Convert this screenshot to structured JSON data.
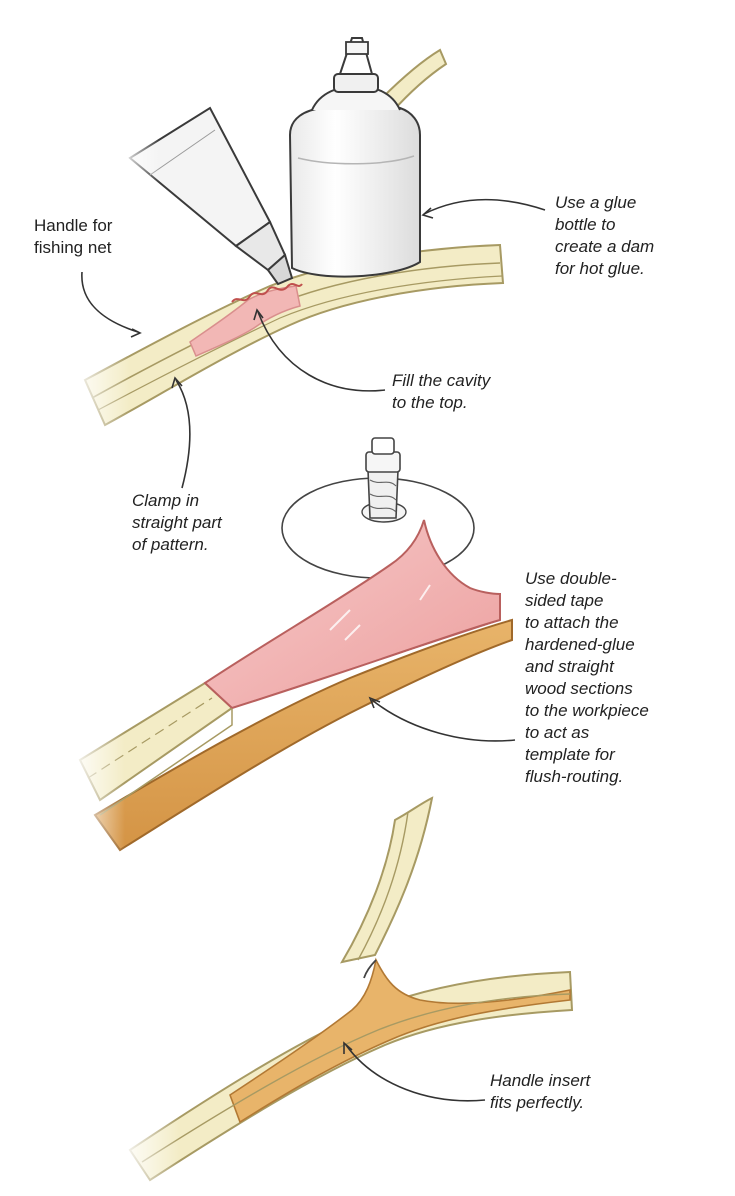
{
  "colors": {
    "wood_light": "#f3ecc6",
    "wood_line": "#a79a63",
    "wood_dark": "#d9a05a",
    "glue_pink": "#f2b7b5",
    "glue_pink_dark": "#e59c9a",
    "ink": "#3a3a3a",
    "bottle": "#fafafa"
  },
  "icons": [
    "glue-bottle-icon",
    "hot-glue-gun-icon",
    "router-bit-icon"
  ],
  "labels": {
    "handle_for_net": "Handle for\nfishing net",
    "glue_bottle_dam": "Use a glue\nbottle to\ncreate a dam\nfor hot glue.",
    "fill_cavity": "Fill the cavity\nto the top.",
    "clamp_straight": "Clamp in\nstraight part\nof pattern.",
    "double_sided_tape": "Use double-\nsided tape\nto attach the\nhardened-glue\nand straight\nwood sections\nto the workpiece\nto act as\ntemplate for\nflush-routing.",
    "insert_fits": "Handle insert\nfits perfectly."
  }
}
